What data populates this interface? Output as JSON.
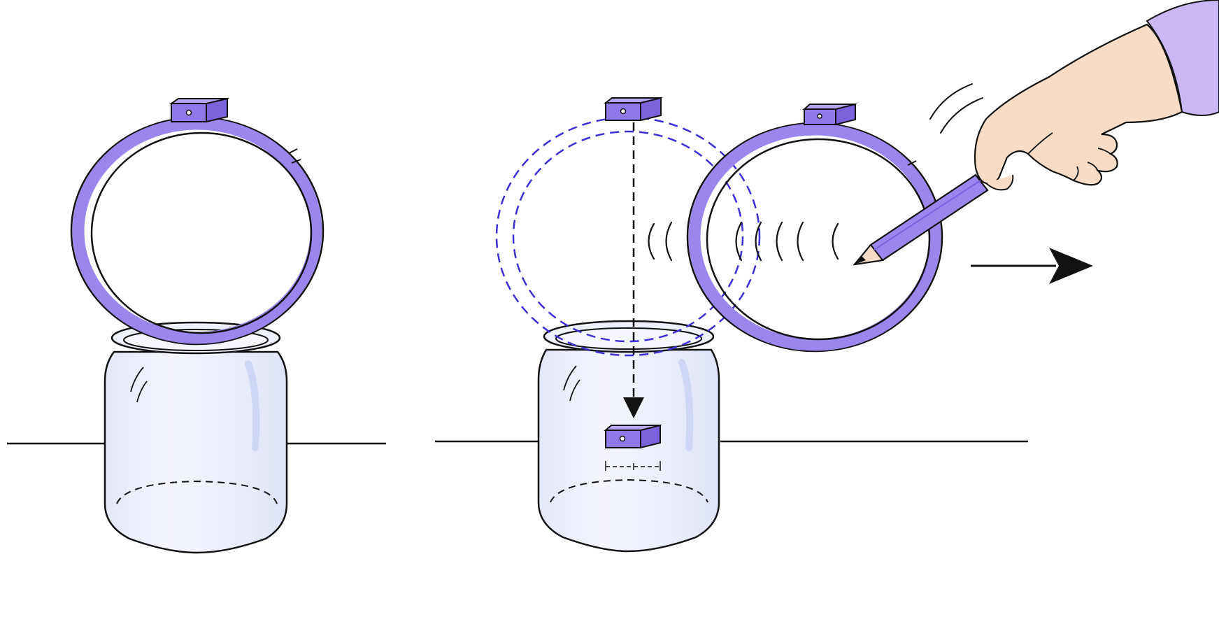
{
  "colors": {
    "background": "#ffffff",
    "line": "#111111",
    "hoop_purple": "#9b86ee",
    "hoop_purple_dark": "#7b63dd",
    "dashed_blue": "#3b2fd6",
    "jar_glass": "#eef0fc",
    "jar_glass_shade": "#dde2f8",
    "skin": "#f8dcc6",
    "sleeve": "#c9b8f5"
  },
  "panels": [
    {
      "id": "left",
      "description_items": [
        "hoop-resting-on-jar",
        "coin-block-on-hoop",
        "table-line"
      ]
    },
    {
      "id": "right",
      "description_items": [
        "hoop-struck-away-by-pencil",
        "coin-block-falling-into-jar",
        "motion-arrow",
        "vibration-arcs"
      ]
    }
  ],
  "icons": {
    "motion_arrow": "right-arrow-icon",
    "hand": "hand-icon",
    "pencil": "pencil-icon"
  }
}
